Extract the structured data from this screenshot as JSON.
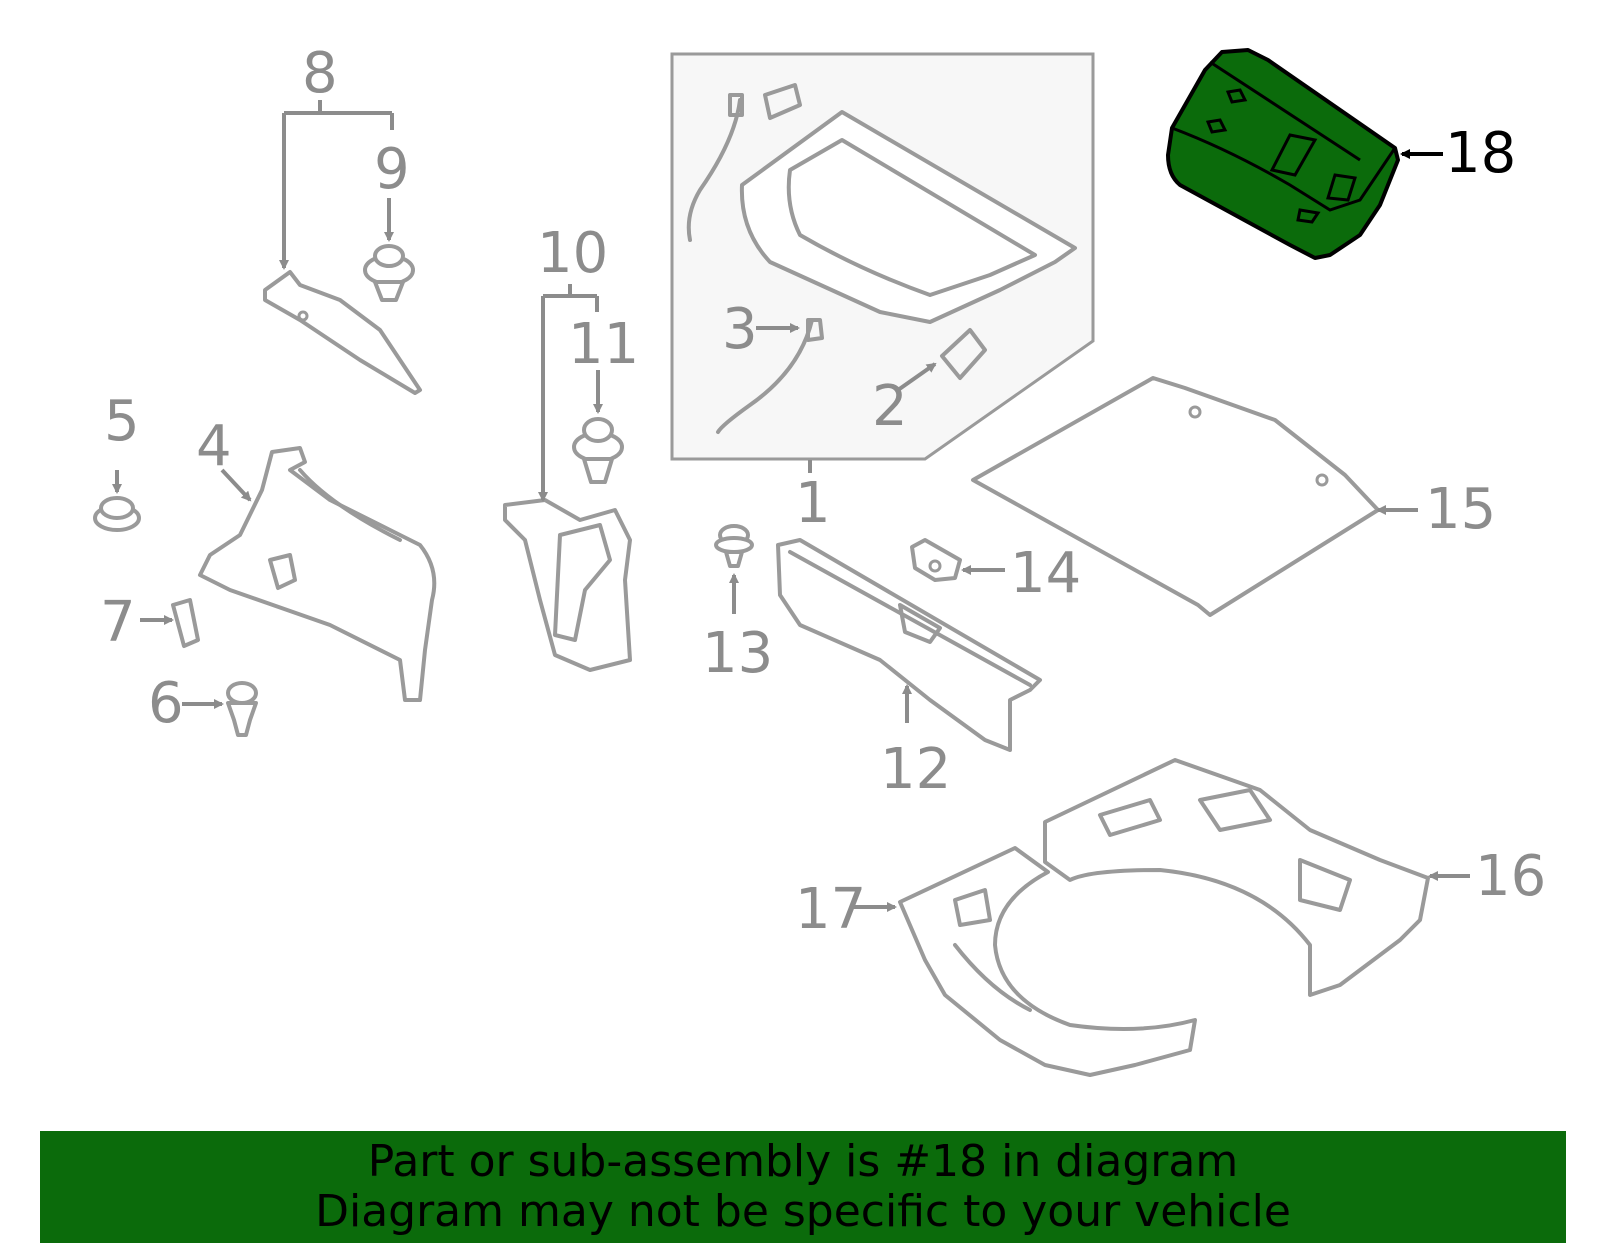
{
  "diagram": {
    "labels": {
      "p1": "1",
      "p2": "2",
      "p3": "3",
      "p4": "4",
      "p5": "5",
      "p6": "6",
      "p7": "7",
      "p8": "8",
      "p9": "9",
      "p10": "10",
      "p11": "11",
      "p12": "12",
      "p13": "13",
      "p14": "14",
      "p15": "15",
      "p16": "16",
      "p17": "17",
      "p18": "18"
    },
    "highlighted_part": "18",
    "colors": {
      "highlight": "#0b6b0b",
      "line": "#9a9a9a",
      "label": "#8c8c8c",
      "banner": "#0b6b0b"
    }
  },
  "banner": {
    "line1": "Part or sub-assembly is #18 in diagram",
    "line2": "Diagram may not be specific to your vehicle"
  }
}
